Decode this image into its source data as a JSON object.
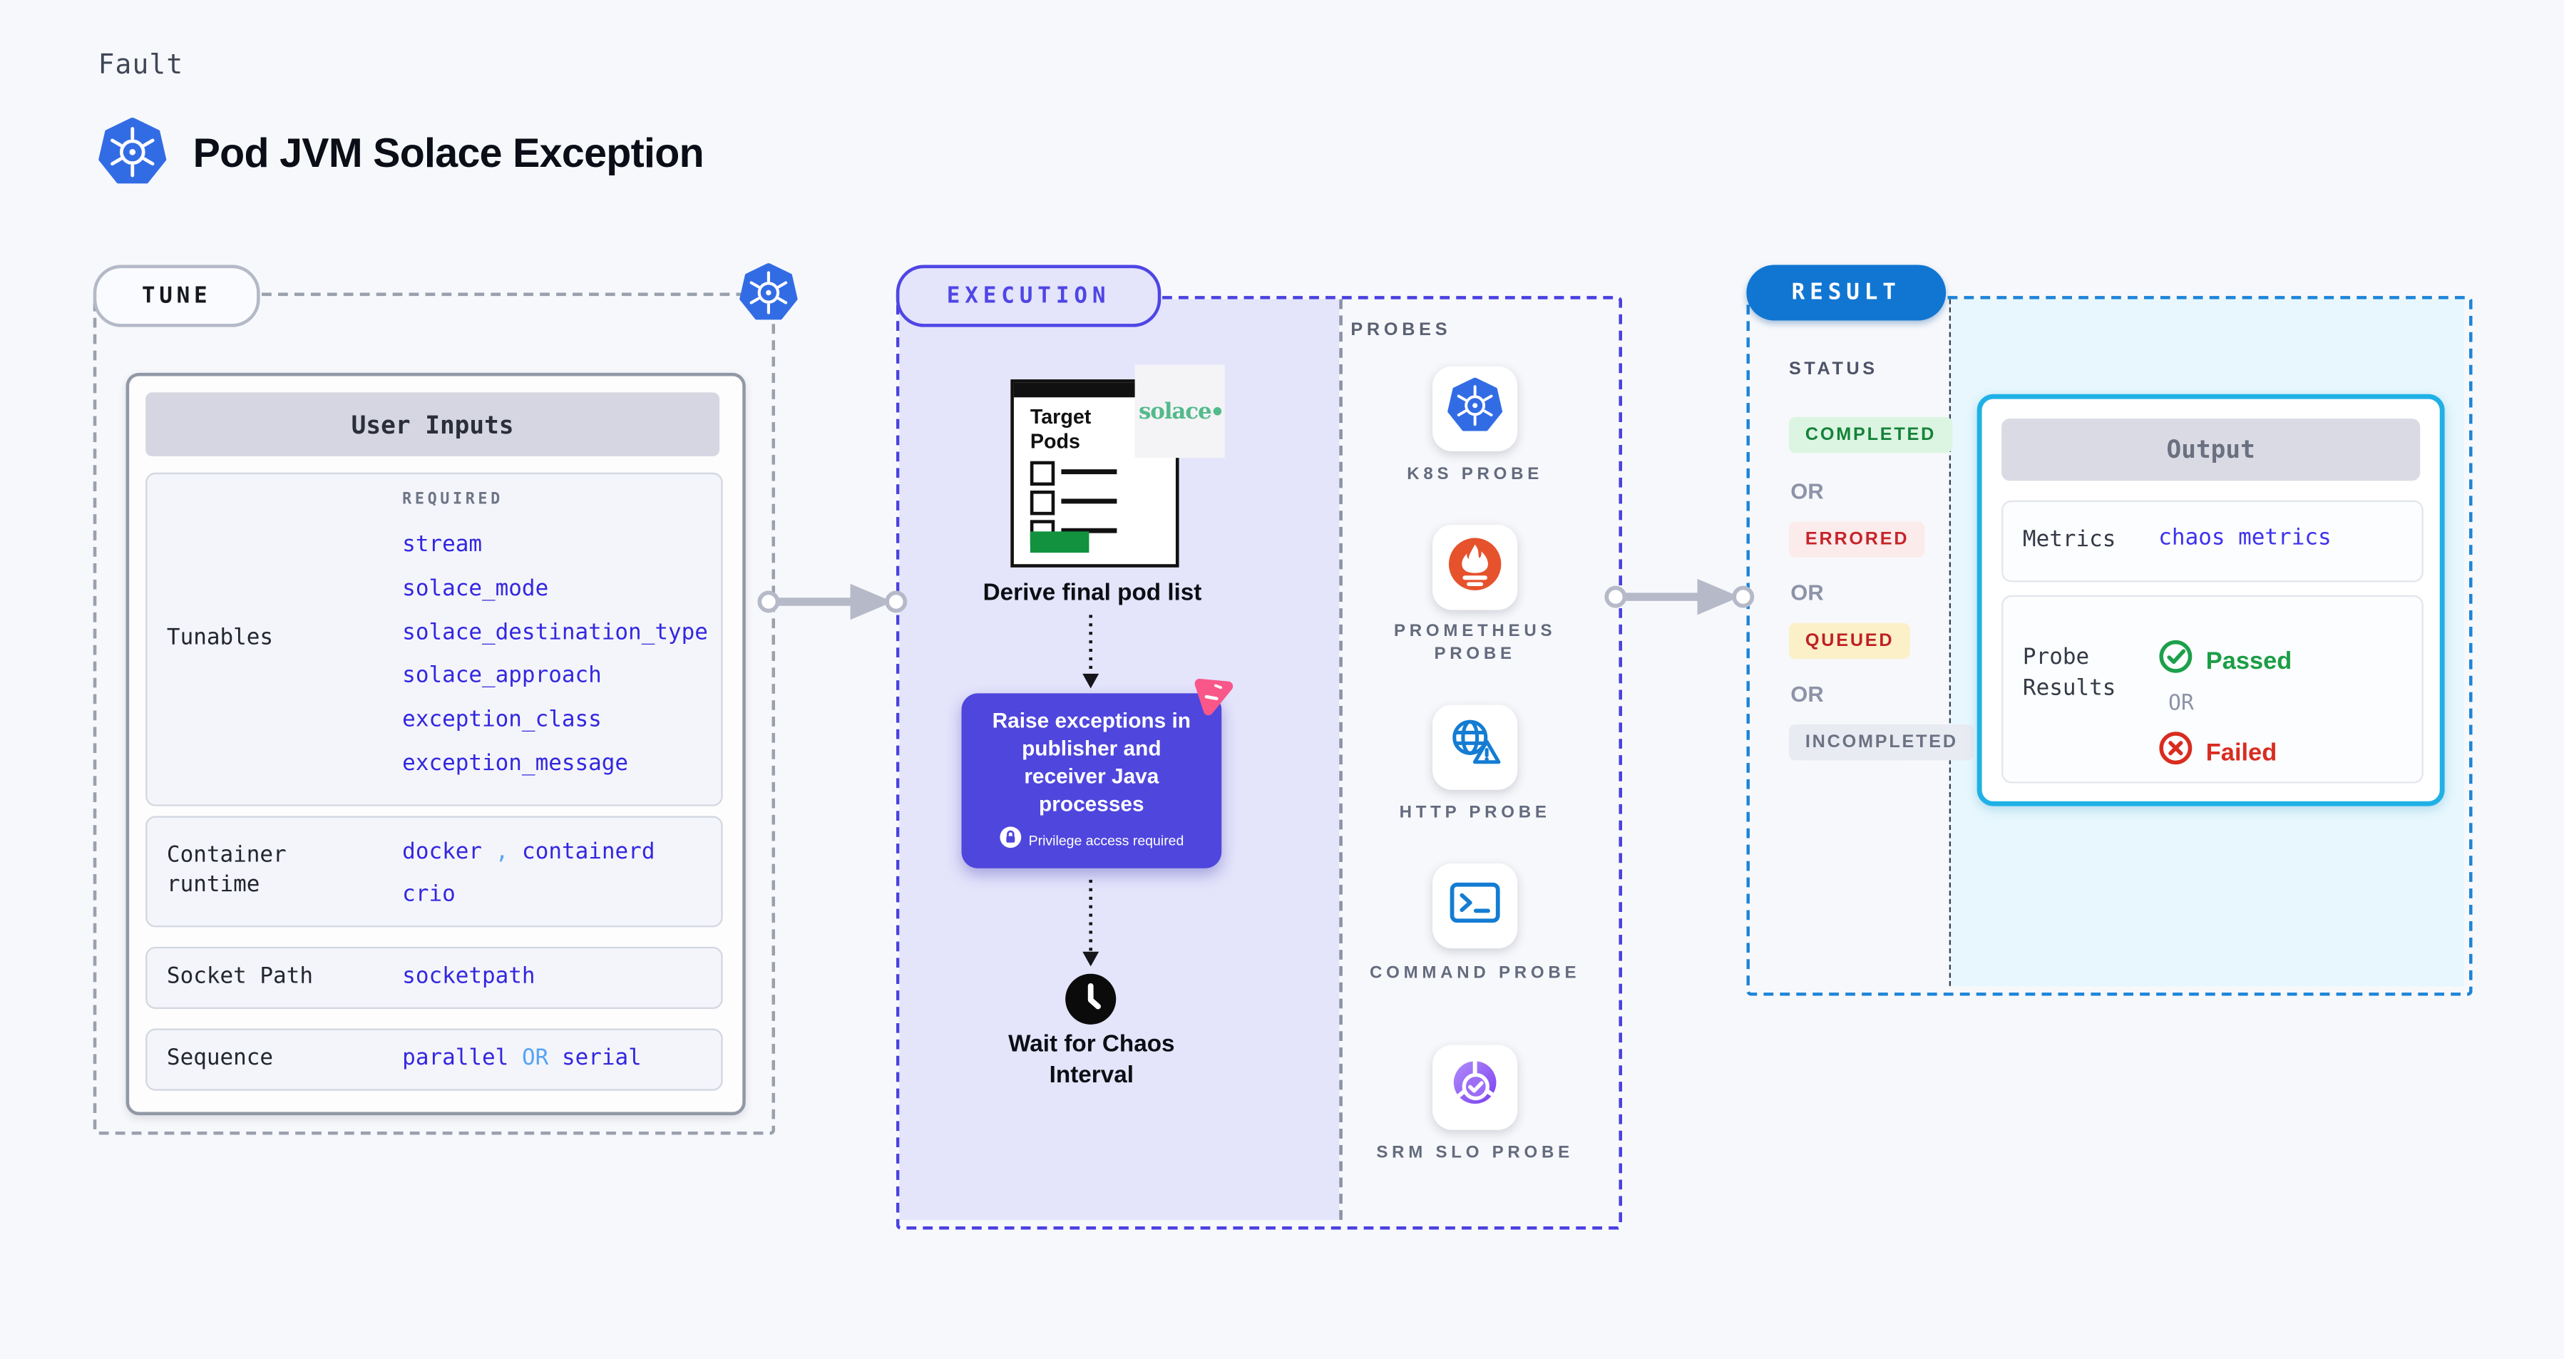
{
  "colors": {
    "page_bg": "#f7f8fb",
    "indigo_accent": "#4f46e5",
    "lavender_panel": "#e4e4fb",
    "action_purple": "#4f46dd",
    "result_blue": "#1176d2",
    "cyan_border": "#1fb1e6",
    "cyan_panel": "#e7f7fd",
    "value_blue": "#3327e0",
    "kubernetes_blue": "#326ce5",
    "solace_green": "#53ba8b",
    "passed_green": "#1b9e46",
    "failed_red": "#d92c20",
    "chaos_pink": "#f9578a"
  },
  "header": {
    "kicker": "Fault",
    "title": "Pod JVM Solace Exception"
  },
  "tune": {
    "pill": "TUNE",
    "card_title": "User Inputs",
    "tunables": {
      "label": "Tunables",
      "required_label": "REQUIRED",
      "values": [
        "stream",
        "solace_mode",
        "solace_destination_type",
        "solace_approach",
        "exception_class",
        "exception_message"
      ]
    },
    "container_runtime": {
      "label": "Container runtime",
      "value_1": "docker",
      "separator": ",",
      "value_2": "containerd",
      "value_3": "crio"
    },
    "socket_path": {
      "label": "Socket Path",
      "value": "socketpath"
    },
    "sequence": {
      "label": "Sequence",
      "value_a": "parallel",
      "or": "OR",
      "value_b": "serial"
    }
  },
  "execution": {
    "pill": "EXECUTION",
    "window_title": "Target Pods",
    "solace_logo": "solace",
    "step_derive": "Derive final pod list",
    "action": {
      "text": "Raise exceptions in publisher and receiver Java processes",
      "privilege": "Privilege access required"
    },
    "step_wait": "Wait for Chaos Interval"
  },
  "probes": {
    "heading": "PROBES",
    "items": [
      {
        "label": "K8S PROBE",
        "icon": "kubernetes-icon"
      },
      {
        "label": "PROMETHEUS PROBE",
        "icon": "prometheus-icon"
      },
      {
        "label": "HTTP PROBE",
        "icon": "globe-warning-icon"
      },
      {
        "label": "COMMAND PROBE",
        "icon": "terminal-icon"
      },
      {
        "label": "SRM SLO PROBE",
        "icon": "slo-donut-icon"
      }
    ]
  },
  "result": {
    "pill": "RESULT",
    "status_heading": "STATUS",
    "or_label": "OR",
    "statuses": [
      {
        "label": "COMPLETED"
      },
      {
        "label": "ERRORED"
      },
      {
        "label": "QUEUED"
      },
      {
        "label": "INCOMPLETED"
      }
    ],
    "output": {
      "title": "Output",
      "metrics_label": "Metrics",
      "metrics_value": "chaos metrics",
      "probe_results_label": "Probe Results",
      "passed": "Passed",
      "or": "OR",
      "failed": "Failed"
    }
  }
}
